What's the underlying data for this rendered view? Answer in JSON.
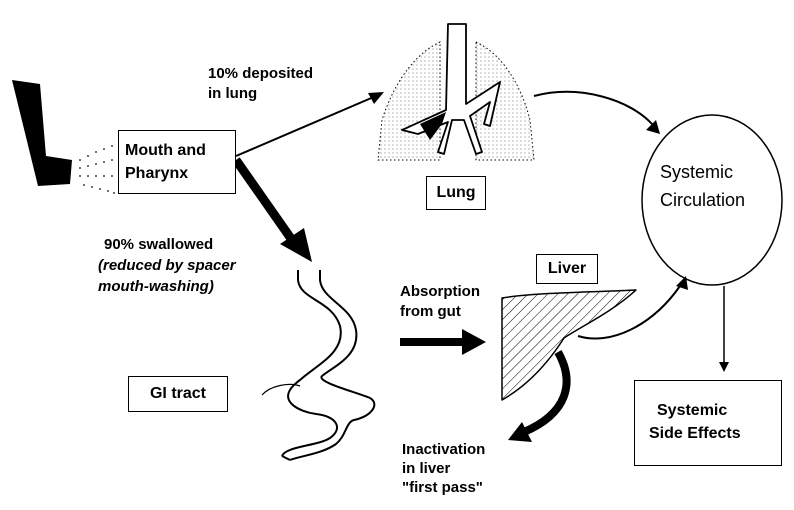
{
  "diagram": {
    "mouth_pharynx": {
      "line1": "Mouth and",
      "line2": "Pharynx"
    },
    "lung_deposit": {
      "line1": "10% deposited",
      "line2": "in lung"
    },
    "lung_box": "Lung",
    "swallowed": {
      "line1": "90% swallowed",
      "line2": "(reduced by spacer",
      "line3": "mouth-washing)"
    },
    "systemic_circulation": {
      "line1": "Systemic",
      "line2": "Circulation"
    },
    "liver_box": "Liver",
    "absorption": {
      "line1": "Absorption",
      "line2": "from gut"
    },
    "gi_tract": "GI tract",
    "side_effects": {
      "line1": "Systemic",
      "line2": "Side Effects"
    },
    "inactivation": {
      "line1": "Inactivation",
      "line2": "in liver",
      "line3": "\"first pass\""
    }
  }
}
